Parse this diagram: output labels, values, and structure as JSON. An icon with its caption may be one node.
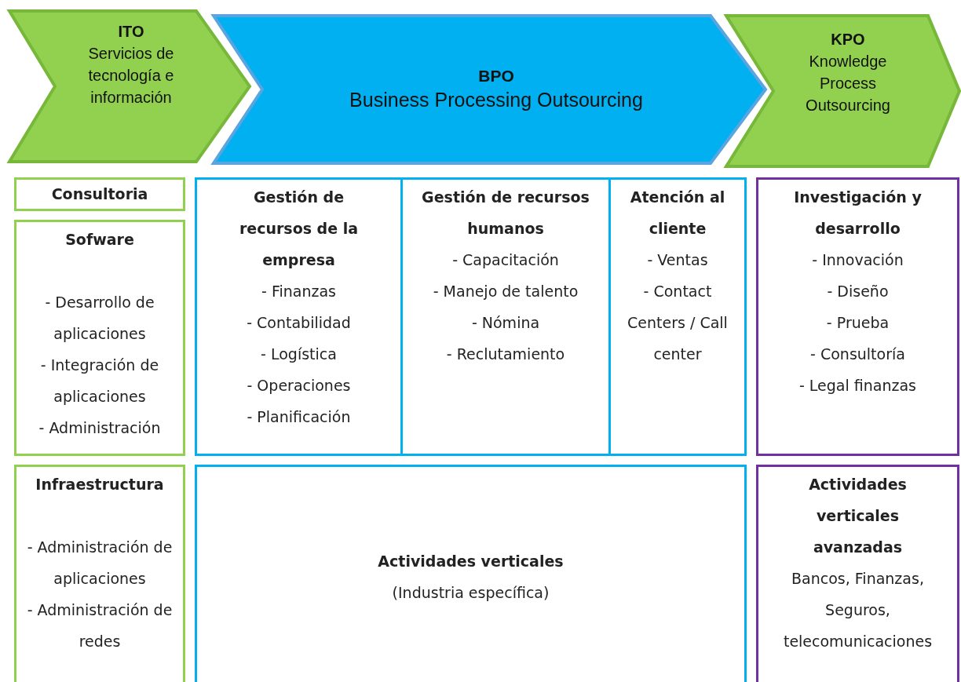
{
  "diagram": {
    "nodes": [
      {
        "text": [
          "ITO",
          "Servicios de tecnología e información"
        ]
      },
      {
        "text": [
          "BPO",
          "Business Processing Outsourcing"
        ]
      },
      {
        "text": [
          "KPO",
          "Knowledge Process Outsourcing"
        ]
      },
      {
        "text": [
          "Consultoria"
        ]
      },
      {
        "text": [
          "Sofware",
          "- Desarrollo de aplicaciones",
          "- Integración de aplicaciones",
          "- Administración"
        ]
      },
      {
        "text": [
          "Gestión de recursos de la empresa",
          "- Finanzas",
          "- Contabilidad",
          "- Logística",
          "- Operaciones",
          "- Planificación"
        ]
      },
      {
        "text": [
          "Gestión de recursos humanos",
          "- Capacitación",
          "- Manejo de talento",
          "- Nómina",
          "- Reclutamiento"
        ]
      },
      {
        "text": [
          "Atención al cliente",
          "- Ventas",
          "- Contact Centers / Call center"
        ]
      },
      {
        "text": [
          "Investigación y desarrollo",
          "- Innovación",
          "- Diseño",
          "- Prueba",
          "- Consultoría",
          "- Legal finanzas"
        ]
      },
      {
        "text": [
          "Infraestructura",
          "- Administración de aplicaciones",
          "- Administración de redes"
        ]
      },
      {
        "text": [
          "Actividades verticales",
          "(Industria específica)"
        ]
      },
      {
        "text": [
          "Actividades verticales avanzadas",
          "Bancos, Finanzas, Seguros, telecomunicaciones"
        ]
      }
    ]
  }
}
